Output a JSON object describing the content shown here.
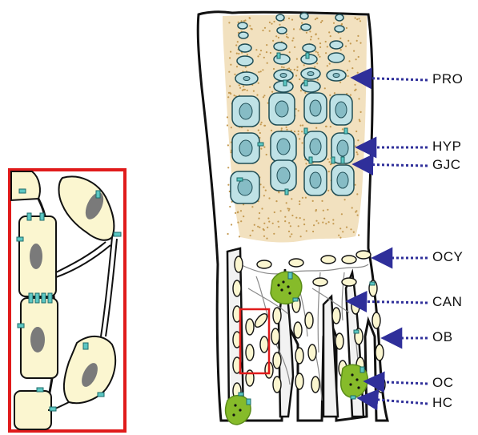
{
  "labels": {
    "pro": "PRO",
    "hyp": "HYP",
    "gjc": "GJC",
    "ocy": "OCY",
    "can": "CAN",
    "ob": "OB",
    "oc": "OC",
    "hc": "HC"
  },
  "colors": {
    "outline": "#111111",
    "inset_frame": "#e01b1b",
    "cartilage_cell": "#bfe2e6",
    "cartilage_nucleus": "#86bcc5",
    "gap_junction": "#5cc7c3",
    "matrix_dots": "#c49a52",
    "bone_cell": "#fbf6d0",
    "bone_nucleus": "#7a7a7a",
    "osteoclast": "#86bb2a",
    "arrow": "#2f2f9a"
  }
}
